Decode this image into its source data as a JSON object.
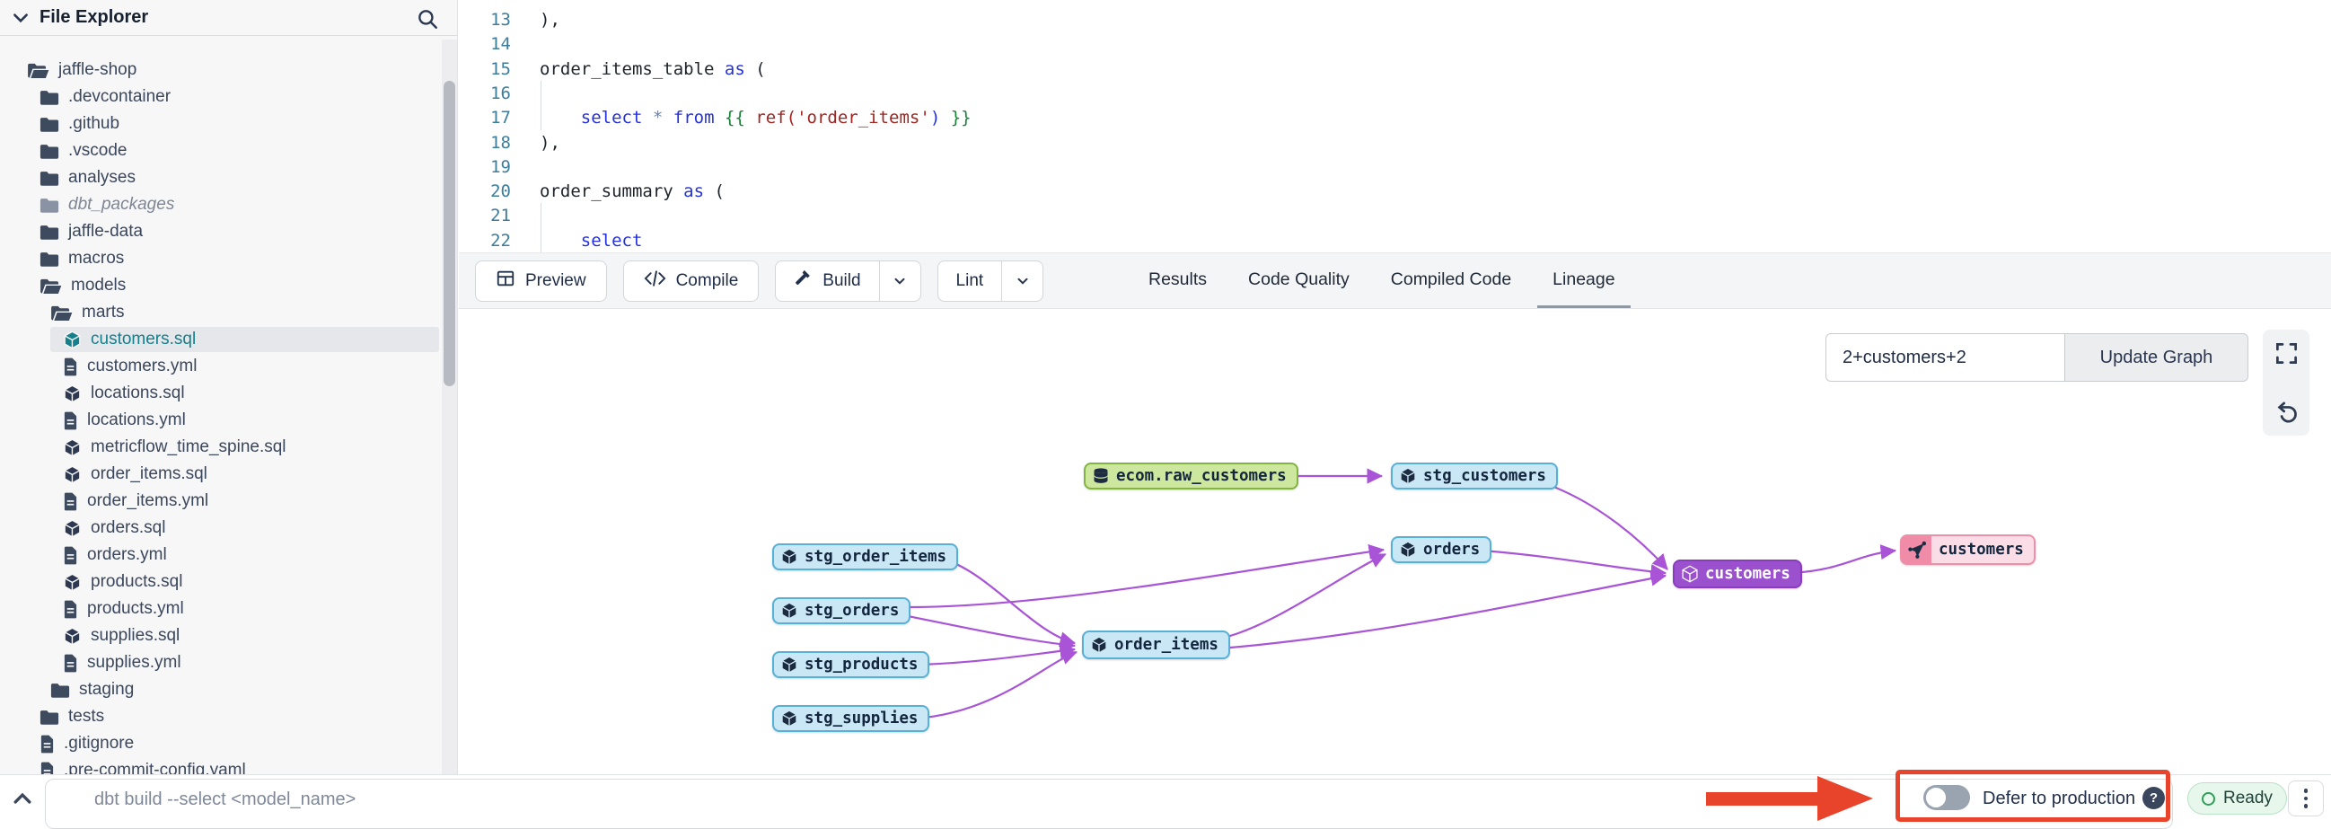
{
  "file_explorer": {
    "title": "File Explorer",
    "items": [
      {
        "label": "jaffle-shop",
        "type": "folder-open",
        "level": 0
      },
      {
        "label": ".devcontainer",
        "type": "folder",
        "level": 1
      },
      {
        "label": ".github",
        "type": "folder",
        "level": 1
      },
      {
        "label": ".vscode",
        "type": "folder",
        "level": 1
      },
      {
        "label": "analyses",
        "type": "folder",
        "level": 1
      },
      {
        "label": "dbt_packages",
        "type": "folder",
        "level": 1,
        "dim": true
      },
      {
        "label": "jaffle-data",
        "type": "folder",
        "level": 1
      },
      {
        "label": "macros",
        "type": "folder",
        "level": 1
      },
      {
        "label": "models",
        "type": "folder-open",
        "level": 1
      },
      {
        "label": "marts",
        "type": "folder-open",
        "level": 2
      },
      {
        "label": "customers.sql",
        "type": "model",
        "level": 3,
        "selected": true
      },
      {
        "label": "customers.yml",
        "type": "file",
        "level": 3
      },
      {
        "label": "locations.sql",
        "type": "model",
        "level": 3
      },
      {
        "label": "locations.yml",
        "type": "file",
        "level": 3
      },
      {
        "label": "metricflow_time_spine.sql",
        "type": "model",
        "level": 3
      },
      {
        "label": "order_items.sql",
        "type": "model",
        "level": 3
      },
      {
        "label": "order_items.yml",
        "type": "file",
        "level": 3
      },
      {
        "label": "orders.sql",
        "type": "model",
        "level": 3
      },
      {
        "label": "orders.yml",
        "type": "file",
        "level": 3
      },
      {
        "label": "products.sql",
        "type": "model",
        "level": 3
      },
      {
        "label": "products.yml",
        "type": "file",
        "level": 3
      },
      {
        "label": "supplies.sql",
        "type": "model",
        "level": 3
      },
      {
        "label": "supplies.yml",
        "type": "file",
        "level": 3
      },
      {
        "label": "staging",
        "type": "folder",
        "level": 2
      },
      {
        "label": "tests",
        "type": "folder",
        "level": 1
      },
      {
        "label": ".gitignore",
        "type": "file",
        "level": 1
      },
      {
        "label": ".pre-commit-config.yaml",
        "type": "file",
        "level": 1
      }
    ]
  },
  "editor": {
    "lines": [
      {
        "n": 13,
        "segs": [
          [
            "plain",
            "),"
          ]
        ]
      },
      {
        "n": 14,
        "segs": []
      },
      {
        "n": 15,
        "segs": [
          [
            "plain",
            "order_items_table "
          ],
          [
            "kw",
            "as"
          ],
          [
            "plain",
            " ("
          ]
        ]
      },
      {
        "n": 16,
        "segs": [],
        "guide": true
      },
      {
        "n": 17,
        "segs": [
          [
            "plain",
            "    "
          ],
          [
            "kw",
            "select"
          ],
          [
            "plain",
            " "
          ],
          [
            "op",
            "*"
          ],
          [
            "plain",
            " "
          ],
          [
            "kw",
            "from"
          ],
          [
            "plain",
            " "
          ],
          [
            "jinja",
            "{{"
          ],
          [
            "plain",
            " "
          ],
          [
            "fn",
            "ref("
          ],
          [
            "str",
            "'order_items'"
          ],
          [
            "kw",
            ")"
          ],
          [
            "plain",
            " "
          ],
          [
            "jinja",
            "}}"
          ]
        ],
        "guide": true
      },
      {
        "n": 18,
        "segs": [
          [
            "plain",
            "),"
          ]
        ]
      },
      {
        "n": 19,
        "segs": []
      },
      {
        "n": 20,
        "segs": [
          [
            "plain",
            "order_summary "
          ],
          [
            "kw",
            "as"
          ],
          [
            "plain",
            " ("
          ]
        ]
      },
      {
        "n": 21,
        "segs": [],
        "guide": true
      },
      {
        "n": 22,
        "segs": [
          [
            "plain",
            "    "
          ],
          [
            "kw",
            "select"
          ]
        ],
        "guide": true
      }
    ]
  },
  "toolbar": {
    "preview": "Preview",
    "compile": "Compile",
    "build": "Build",
    "lint": "Lint",
    "tabs": [
      {
        "label": "Results",
        "active": false
      },
      {
        "label": "Code Quality",
        "active": false
      },
      {
        "label": "Compiled Code",
        "active": false
      },
      {
        "label": "Lineage",
        "active": true
      }
    ]
  },
  "lineage": {
    "selector_value": "2+customers+2",
    "update_button": "Update Graph",
    "nodes": [
      {
        "id": "raw_customers",
        "label": "ecom.raw_customers",
        "type": "source"
      },
      {
        "id": "stg_customers",
        "label": "stg_customers",
        "type": "model"
      },
      {
        "id": "orders",
        "label": "orders",
        "type": "model"
      },
      {
        "id": "stg_order_items",
        "label": "stg_order_items",
        "type": "model"
      },
      {
        "id": "stg_orders",
        "label": "stg_orders",
        "type": "model"
      },
      {
        "id": "order_items",
        "label": "order_items",
        "type": "model"
      },
      {
        "id": "stg_products",
        "label": "stg_products",
        "type": "model"
      },
      {
        "id": "stg_supplies",
        "label": "stg_supplies",
        "type": "model"
      },
      {
        "id": "customers",
        "label": "customers",
        "type": "model-selected"
      },
      {
        "id": "customers_exposure",
        "label": "customers",
        "type": "exposure"
      }
    ],
    "edges": [
      {
        "from": "raw_customers",
        "to": "stg_customers"
      },
      {
        "from": "stg_customers",
        "to": "customers"
      },
      {
        "from": "stg_order_items",
        "to": "order_items"
      },
      {
        "from": "stg_orders",
        "to": "orders"
      },
      {
        "from": "stg_orders",
        "to": "order_items"
      },
      {
        "from": "stg_products",
        "to": "order_items"
      },
      {
        "from": "stg_supplies",
        "to": "order_items"
      },
      {
        "from": "order_items",
        "to": "orders"
      },
      {
        "from": "order_items",
        "to": "customers"
      },
      {
        "from": "orders",
        "to": "customers"
      },
      {
        "from": "customers",
        "to": "customers_exposure"
      }
    ]
  },
  "bottom_bar": {
    "command_placeholder": "dbt build --select <model_name>",
    "defer_label": "Defer to production",
    "status": "Ready"
  },
  "colors": {
    "edge_purple": "#a954d6",
    "annotation_red": "#e8432b",
    "model_blue": "#c9e7f5",
    "source_green": "#cde79f",
    "selected_purple": "#9b51ce",
    "exposure_pink": "#fadde6",
    "status_green": "#2f9e58"
  }
}
